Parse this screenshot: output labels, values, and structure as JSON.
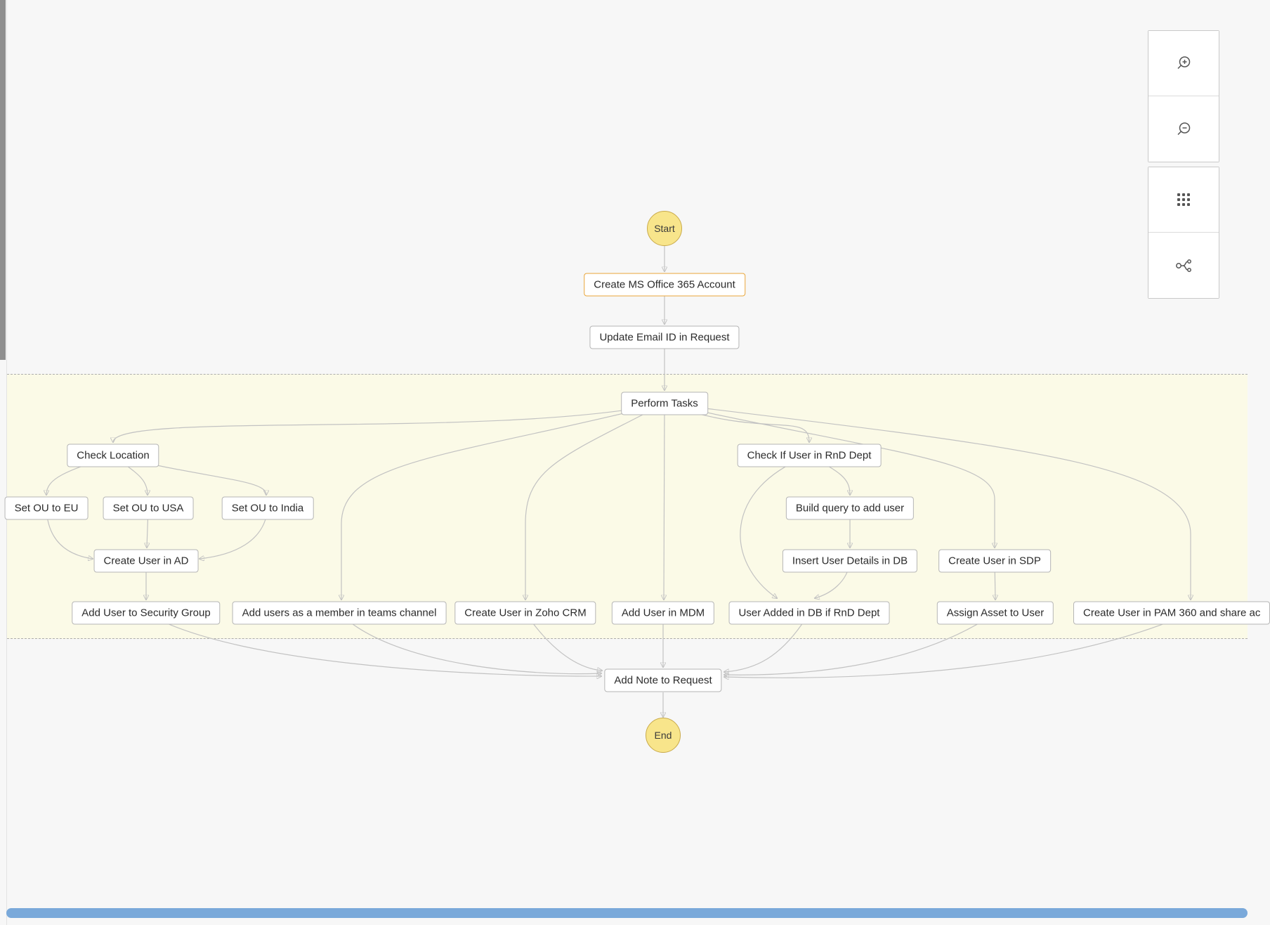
{
  "app": {
    "view": "workflow-canvas"
  },
  "colors": {
    "canvas_background": "#f7f7f7",
    "parallel_band_fill": "#fbfae7",
    "node_border": "#b5b5b5",
    "highlighted_node_border": "#e9a63a",
    "terminal_fill": "#f8e58b",
    "terminal_border": "#c9aa4a",
    "connector": "#c2c2c2",
    "horizontal_scrollbar": "#7aa9da"
  },
  "toolbar": {
    "buttons": [
      {
        "icon": "zoom-in-icon"
      },
      {
        "icon": "zoom-out-icon"
      },
      {
        "icon": "grid-icon"
      },
      {
        "icon": "workflow-icon"
      }
    ]
  },
  "nodes": {
    "start": "Start",
    "create_ms_office": "Create MS Office 365 Account",
    "update_email": "Update Email ID in Request",
    "perform_tasks": "Perform Tasks",
    "check_location": "Check Location",
    "set_ou_eu": "Set OU to EU",
    "set_ou_usa": "Set OU to USA",
    "set_ou_india": "Set OU to India",
    "create_user_ad": "Create User in AD",
    "add_user_security_group": "Add User to Security Group",
    "add_users_teams": "Add users as a member in teams channel",
    "create_user_zoho_crm": "Create User in Zoho CRM",
    "add_user_mdm": "Add User in MDM",
    "check_rnd": "Check If User in RnD Dept",
    "build_query": "Build query to add user",
    "insert_user_db": "Insert User Details in DB",
    "user_added_db": "User Added in DB if RnD Dept",
    "create_user_sdp": "Create User in SDP",
    "assign_asset": "Assign Asset to User",
    "create_user_pam": "Create User in PAM 360 and share ac",
    "add_note": "Add Note to Request",
    "end": "End"
  }
}
